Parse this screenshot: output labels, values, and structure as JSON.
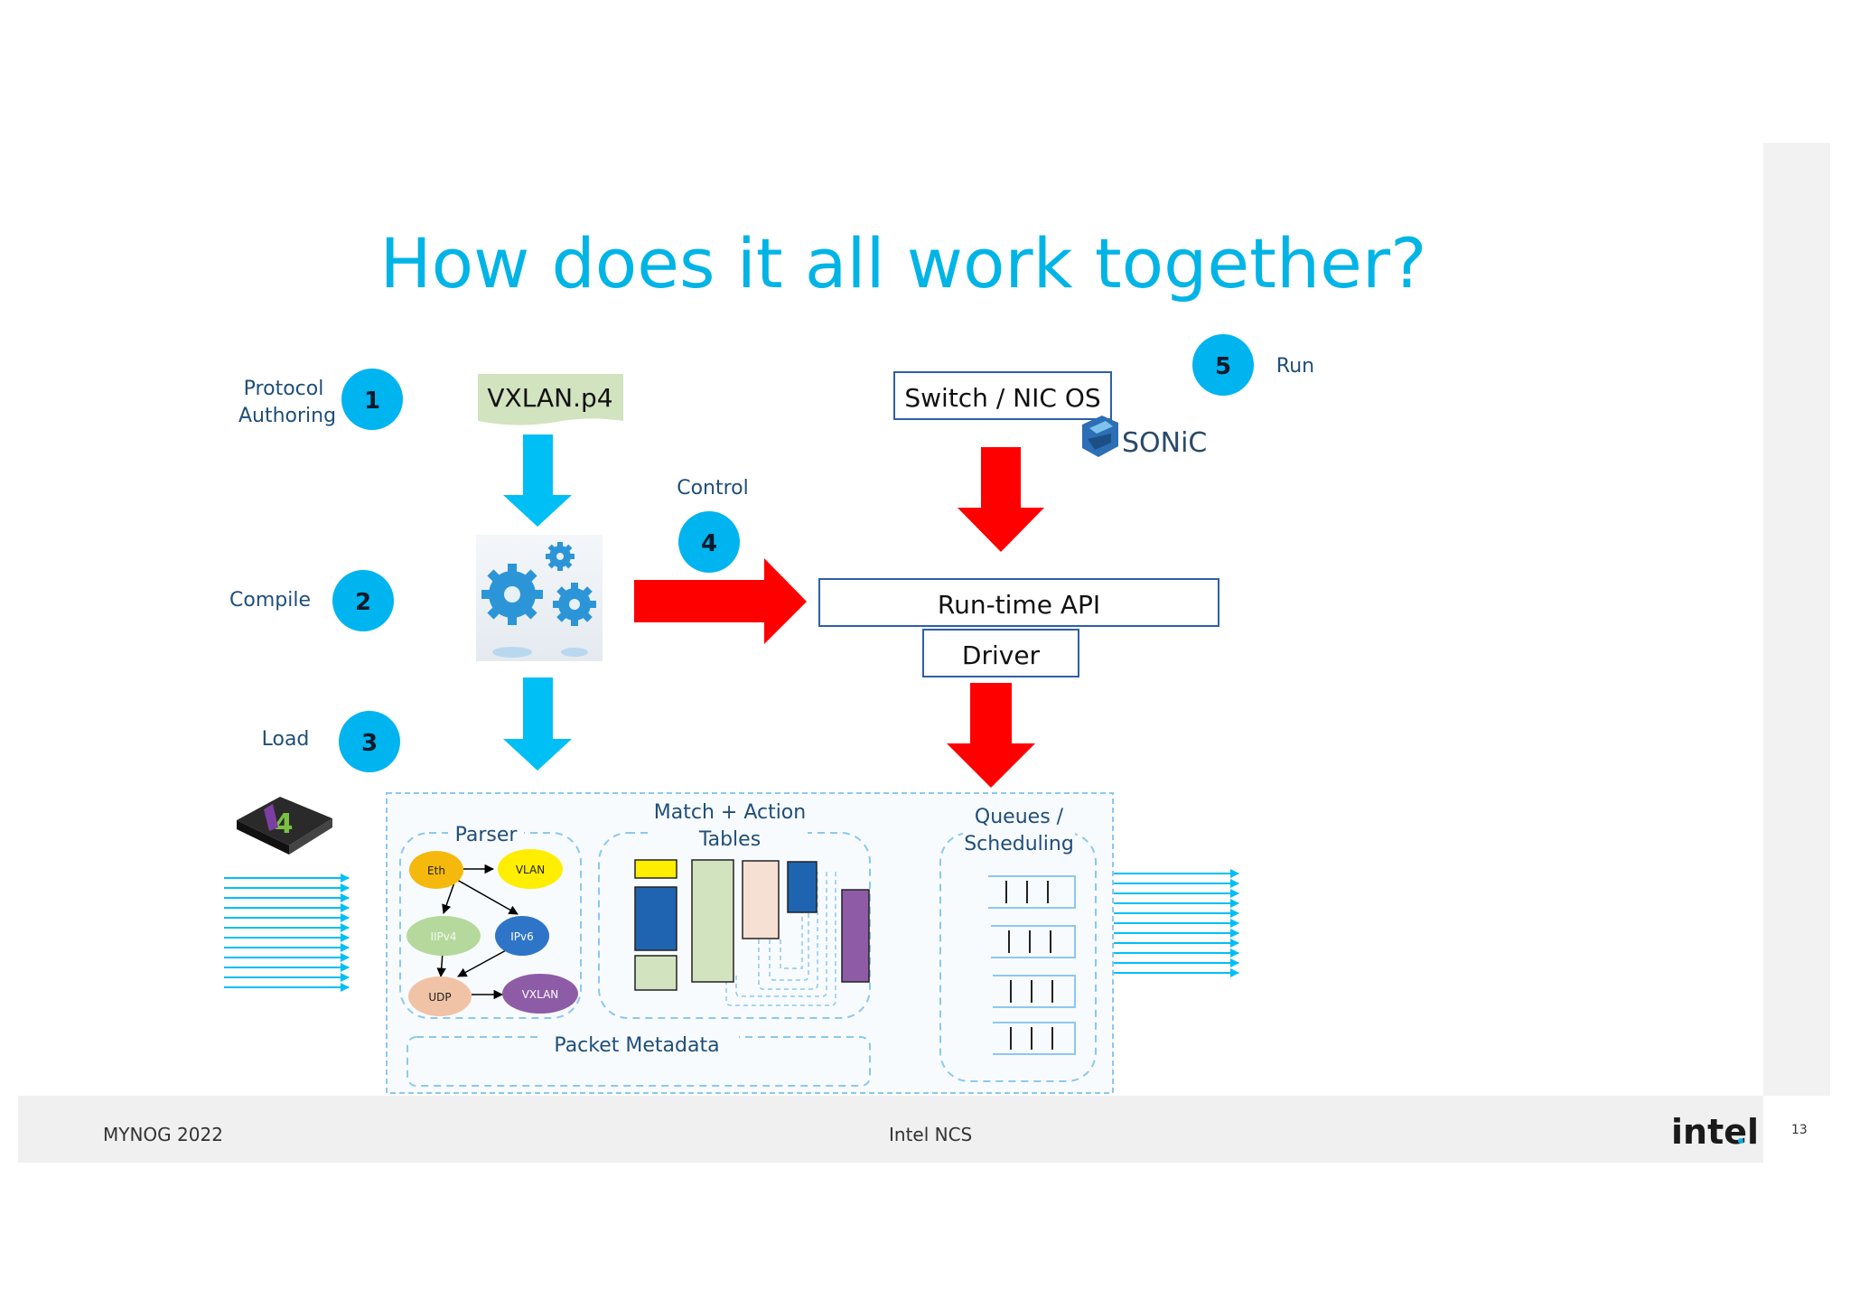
{
  "slide": {
    "title": "How does it all work together?",
    "page_number": "13",
    "footer_left": "MYNOG 2022",
    "footer_center": "Intel NCS",
    "logo_text": "intel"
  },
  "steps": [
    {
      "number": "1",
      "label_line1": "Protocol",
      "label_line2": "Authoring"
    },
    {
      "number": "2",
      "label": "Compile"
    },
    {
      "number": "3",
      "label": "Load"
    },
    {
      "number": "4",
      "label": "Control"
    },
    {
      "number": "5",
      "label": "Run"
    }
  ],
  "boxes": {
    "vxlan_file": "VXLAN.p4",
    "switch_os": "Switch / NIC OS",
    "sonic_logo": "SONiC",
    "runtime_api": "Run-time API",
    "driver": "Driver"
  },
  "pipeline": {
    "parser_label": "Parser",
    "match_action_line1": "Match + Action",
    "match_action_line2": "Tables",
    "queues_line1": "Queues  /",
    "queues_line2": "Scheduling",
    "packet_metadata": "Packet Metadata",
    "parser_nodes": [
      "Eth",
      "VLAN",
      "IIPv4",
      "IPv6",
      "UDP",
      "VXLAN"
    ]
  },
  "colors": {
    "title": "#00b4e6",
    "label": "#1f4e79",
    "step_circle": "#00b4f0",
    "blue_arrow": "#00bff5",
    "red_arrow": "#ff0000",
    "box_border": "#2e5fa8",
    "dashed": "#8cc8ee"
  },
  "icons": [
    "gears-icon",
    "p4-chip-icon",
    "sonic-logo-icon",
    "intel-logo"
  ]
}
